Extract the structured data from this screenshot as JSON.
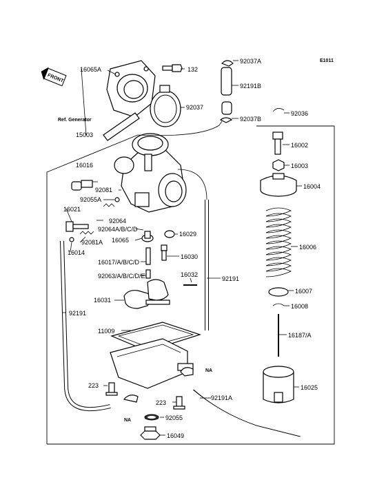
{
  "diagram_code": "E1011",
  "front_label": "FRONT",
  "ref_generator": "Ref. Generator",
  "labels": {
    "p16065A": "16065A",
    "p132": "132",
    "p92037A": "92037A",
    "p92191B": "92191B",
    "p92037": "92037",
    "p92037B": "92037B",
    "p92036": "92036",
    "p15003": "15003",
    "p16016": "16016",
    "p16002": "16002",
    "p16003": "16003",
    "p92081": "92081",
    "p16004": "16004",
    "p92055A": "92055A",
    "p16021": "16021",
    "p92064": "92064",
    "p92064ABC": "92064A/B/C/D",
    "p92081A": "92081A",
    "p16065": "16065",
    "p16029": "16029",
    "p16014": "16014",
    "p16006": "16006",
    "p16017": "16017/A/B/C/D",
    "p16030": "16030",
    "p92063": "92063/A/B/C/D/E",
    "p16032": "16032",
    "p92191a": "92191",
    "p16007": "16007",
    "p16031": "16031",
    "p16008": "16008",
    "p92191b": "92191",
    "p11009": "11009",
    "p16187A": "16187/A",
    "pNA1": "NA",
    "p223a": "223",
    "p92191A": "92191A",
    "p16025": "16025",
    "p223b": "223",
    "pNA2": "NA",
    "p92055": "92055",
    "p16049": "16049"
  }
}
